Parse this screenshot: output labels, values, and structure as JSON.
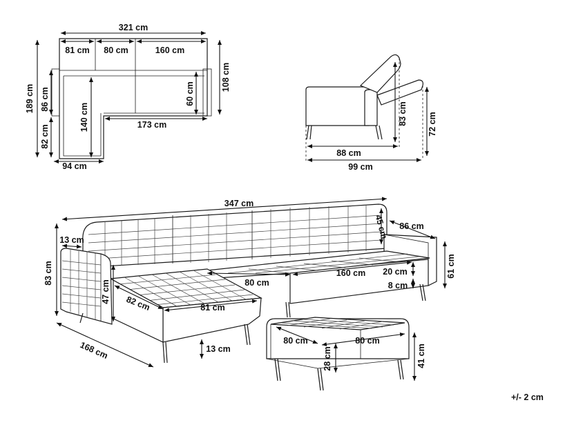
{
  "top_view": {
    "total_width": "321 cm",
    "seg1": "81 cm",
    "seg2": "80 cm",
    "seg3": "160 cm",
    "total_depth": "189 cm",
    "arm_depth": "86 cm",
    "chaise_extra": "82 cm",
    "seat_depth": "140 cm",
    "back_depth": "60 cm",
    "side_depth": "108 cm",
    "inner_width": "173 cm",
    "chaise_width": "94 cm"
  },
  "side_view": {
    "depth_seat": "88 cm",
    "depth_total": "99 cm",
    "height_reclined": "83 cm",
    "height_back": "72 cm"
  },
  "main_view": {
    "total_width": "347 cm",
    "back_height": "45 cm",
    "arm_depth": "86 cm",
    "arm_width": "13 cm",
    "total_height": "83 cm",
    "arm_height": "47 cm",
    "chaise_depth": "82 cm",
    "seat_width_a": "80 cm",
    "seat_width_b": "160 cm",
    "cushion": "20 cm",
    "leg_clearance": "8 cm",
    "side_height": "61 cm",
    "chaise_width": "81 cm",
    "total_depth": "168 cm",
    "leg_height": "13 cm"
  },
  "ottoman": {
    "depth": "80 cm",
    "width": "80 cm",
    "cushion": "28 cm",
    "height": "41 cm"
  },
  "tolerance": "+/- 2 cm"
}
